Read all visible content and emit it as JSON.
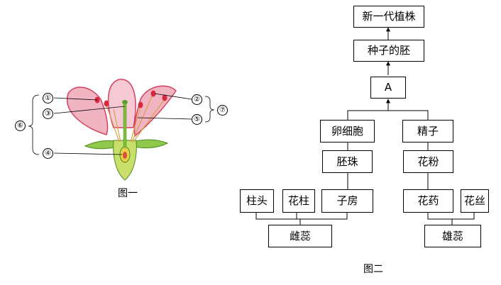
{
  "figure1": {
    "caption": "图一",
    "markers": [
      "①",
      "②",
      "③",
      "④",
      "⑤",
      "⑥",
      "⑦"
    ]
  },
  "figure2": {
    "caption": "图二",
    "boxes": {
      "new_plant": "新一代植株",
      "embryo": "种子的胚",
      "A": "A",
      "egg_cell": "卵细胞",
      "sperm": "精子",
      "ovule": "胚珠",
      "pollen": "花粉",
      "stigma": "柱头",
      "style": "花柱",
      "ovary": "子房",
      "anther": "花药",
      "filament": "花丝",
      "pistil": "雌蕊",
      "stamen": "雄蕊"
    }
  }
}
